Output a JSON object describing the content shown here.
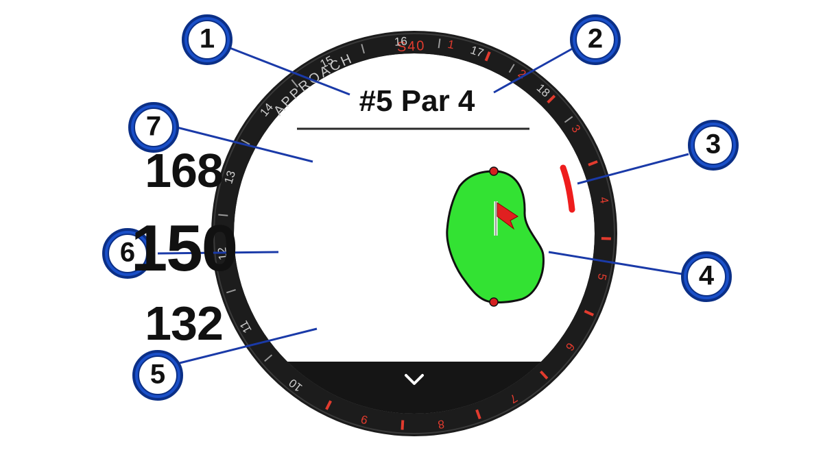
{
  "hole_info": {
    "label": "#5 Par 4"
  },
  "distances": {
    "back": "168",
    "center": "150",
    "front": "132"
  },
  "bezel": {
    "brand_word": "APPROACH",
    "model": "S40",
    "hole_numbers": [
      "1",
      "2",
      "3",
      "4",
      "5",
      "6",
      "7",
      "8",
      "9",
      "10",
      "11",
      "12",
      "13",
      "14",
      "15",
      "16",
      "17",
      "18"
    ],
    "current_hole": "5"
  },
  "callouts": [
    "1",
    "2",
    "3",
    "4",
    "5",
    "6",
    "7"
  ],
  "icons": {
    "scroll_down": "chevron-down-icon",
    "pin": "flag-icon"
  },
  "colors": {
    "screen_bg": "#ffffff",
    "bezel": "#1c1c1c",
    "bezel_ticks": "#9a9a9a",
    "hole_numbers": "#e23b2e",
    "green_fill": "#33e233",
    "flag": "#e02020",
    "callout_fill": "#1a4fc8",
    "callout_ring": "#0b2f86",
    "leader_line": "#1a3aa8",
    "text": "#111111"
  }
}
